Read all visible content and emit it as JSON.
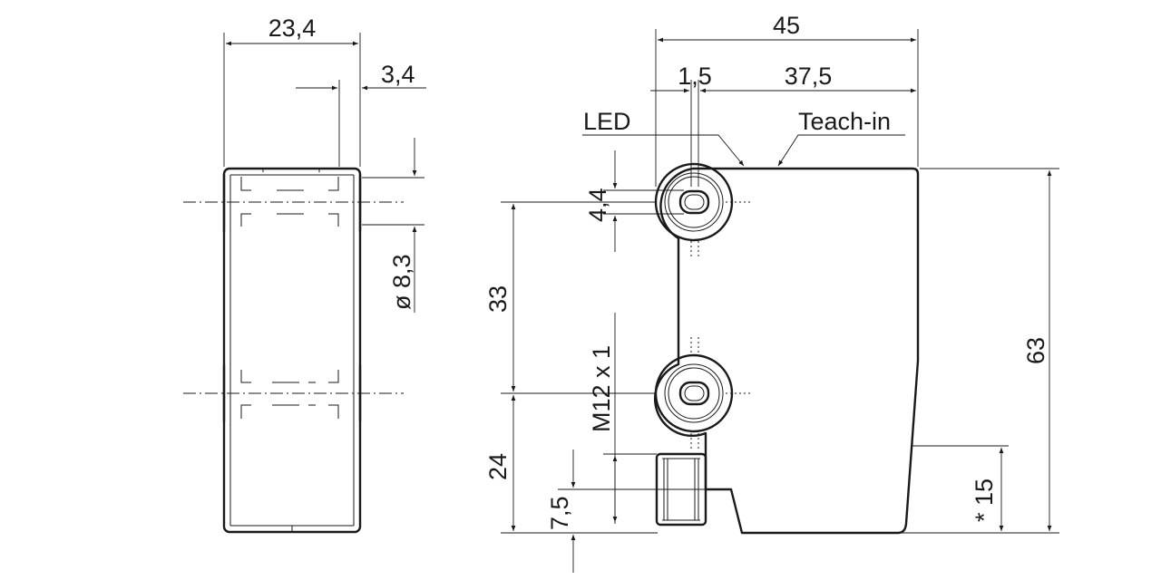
{
  "side_view": {
    "width_dim": "23,4",
    "offset_dim": "3,4",
    "bore_dim": "ø 8,3"
  },
  "front_view": {
    "width_dim": "45",
    "led_offset_dim": "1,5",
    "teach_offset_dim": "37,5",
    "led_label": "LED",
    "teach_label": "Teach-in",
    "led_spacing_dim": "4,4",
    "hole_spacing_dim": "33",
    "lower_hole_dim": "24",
    "connector_height_dim": "7,5",
    "thread_dim": "M12 x 1",
    "height_dim": "63",
    "taper_dim": "* 15"
  }
}
